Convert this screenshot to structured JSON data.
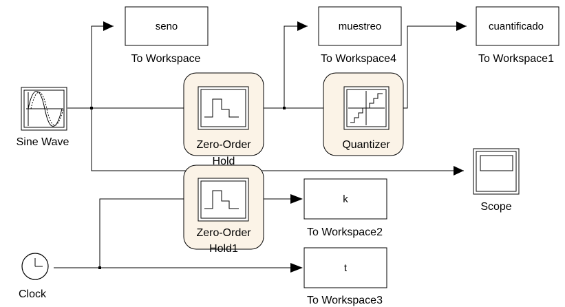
{
  "blocks": {
    "sine_wave": {
      "caption": "Sine Wave"
    },
    "clock": {
      "caption": "Clock"
    },
    "to_workspace": {
      "value": "seno",
      "caption": "To Workspace"
    },
    "to_workspace4": {
      "value": "muestreo",
      "caption": "To Workspace4"
    },
    "to_workspace1": {
      "value": "cuantificado",
      "caption": "To Workspace1"
    },
    "to_workspace2": {
      "value": "k",
      "caption": "To Workspace2"
    },
    "to_workspace3": {
      "value": "t",
      "caption": "To Workspace3"
    },
    "zero_order_hold": {
      "caption_line1": "Zero-Order",
      "caption_line2": "Hold"
    },
    "zero_order_hold1": {
      "caption_line1": "Zero-Order",
      "caption_line2": "Hold1"
    },
    "quantizer": {
      "caption": "Quantizer"
    },
    "scope": {
      "caption": "Scope"
    }
  },
  "colors": {
    "highlight_fill": "#fbf3e7",
    "line": "#000000",
    "background": "#ffffff"
  },
  "icons": [
    "sine-wave-icon",
    "clock-icon",
    "zero-order-hold-icon",
    "quantizer-icon",
    "scope-icon"
  ]
}
